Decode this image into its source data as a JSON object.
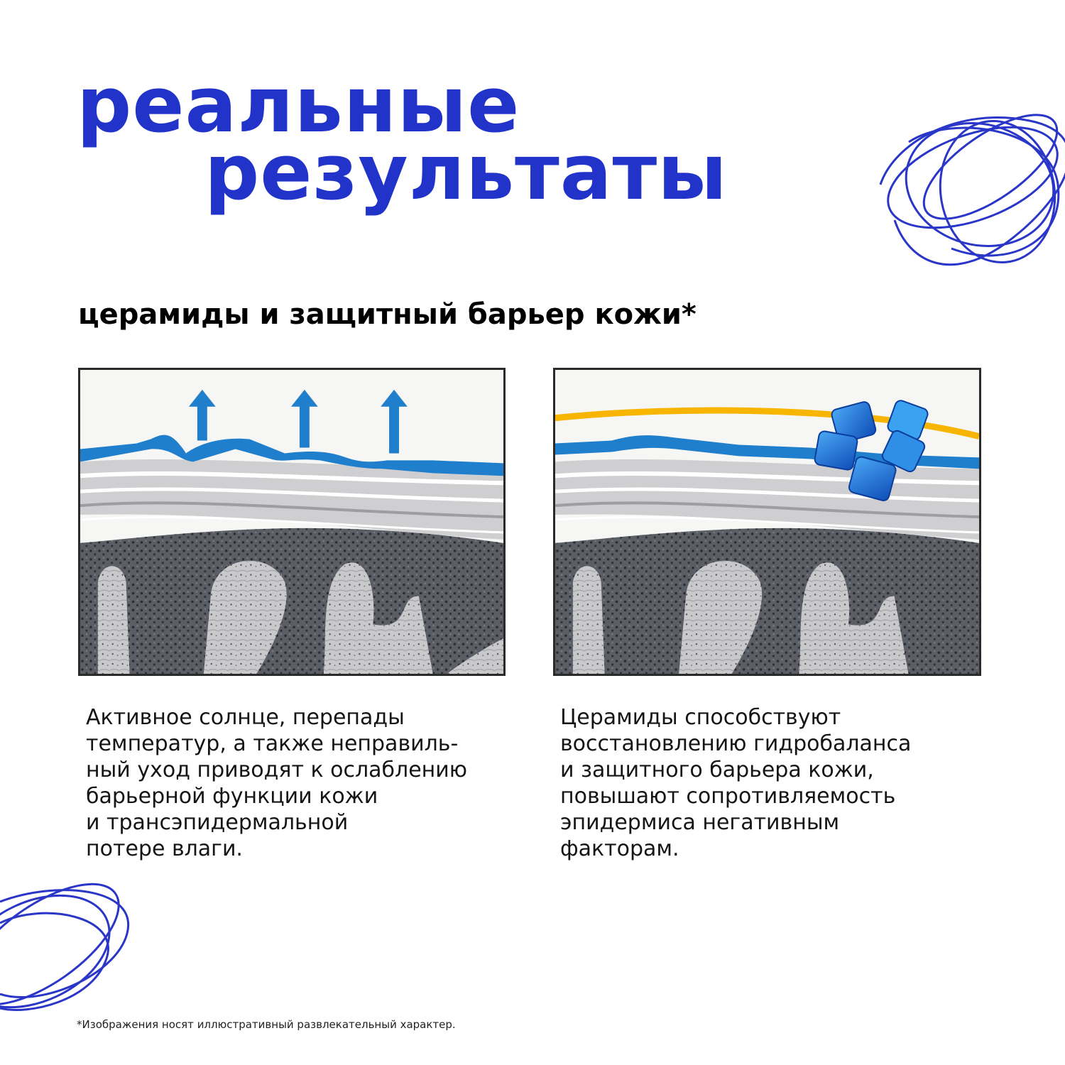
{
  "title": {
    "line1": "реальные",
    "line2": "результаты"
  },
  "subtitle": "церамиды и защитный барьер кожи*",
  "panels": [
    {
      "caption_lines": [
        "Активное солнце, перепады",
        "температур, а также неправиль-",
        "ный уход приводят к ослаблению",
        "барьерной функции кожи",
        "и трансэпидермальной",
        "потере влаги."
      ]
    },
    {
      "caption_lines": [
        "Церамиды способствуют",
        "восстановлению гидробаланса",
        "и защитного барьера кожи,",
        "повышают сопротивляемость",
        "эпидермиса негативным",
        "факторам."
      ]
    }
  ],
  "footnote": "*Изображения носят иллюстративный развлекательный характер.",
  "colors": {
    "title_blue": "#2233c9",
    "skin_barrier_blue": "#1f7fcc",
    "ceramide_yellow": "#f7b500",
    "ceramide_cube_blue": "#1e6fe0"
  },
  "icons": [
    "up-arrow-icon",
    "ceramide-cube-icon",
    "scribble-decoration"
  ]
}
